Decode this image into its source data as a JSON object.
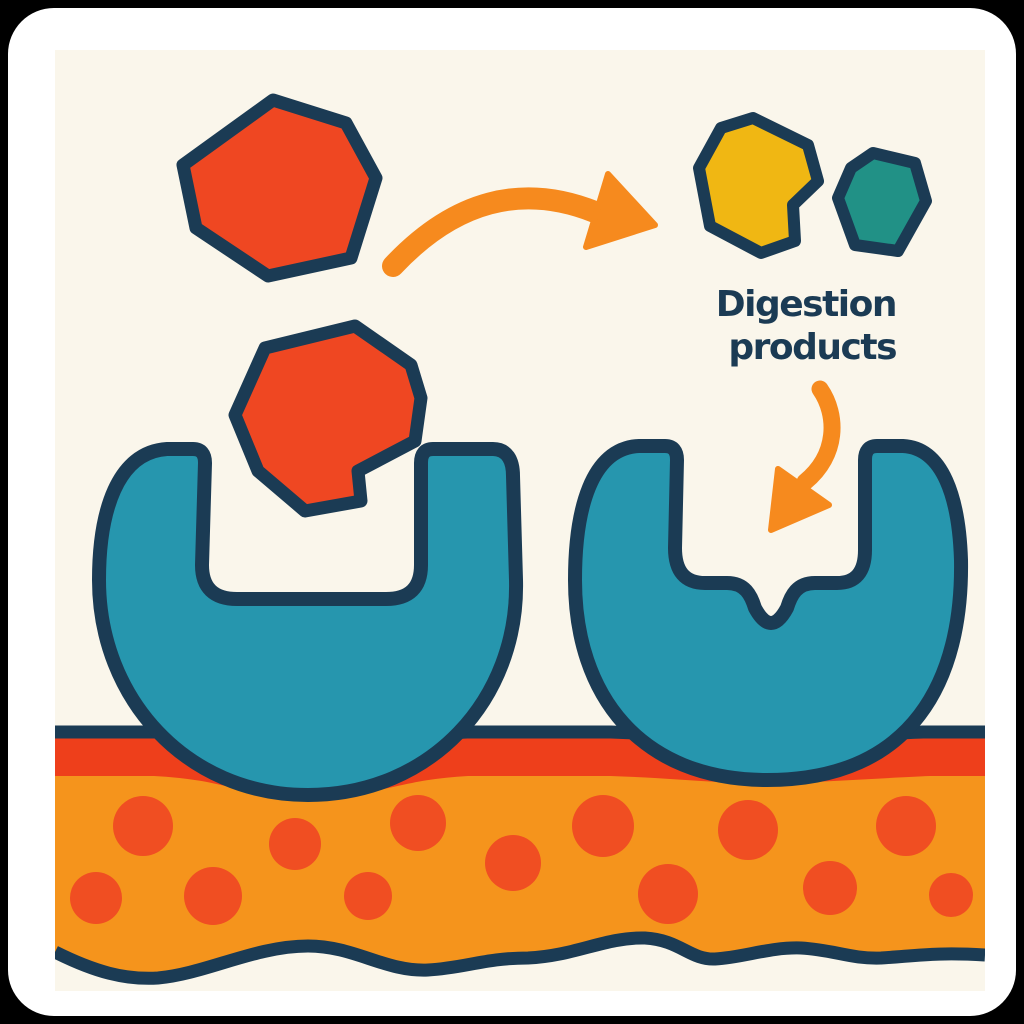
{
  "caption": {
    "line1": "Digestion",
    "line2": "products"
  },
  "colors": {
    "background": "#000000",
    "card": "#FFFFFF",
    "canvas": "#FAF6EB",
    "navy": "#1B3B54",
    "enzyme_teal": "#2696AE",
    "substrate_red": "#EF4722",
    "band_orange": "#F5941C",
    "arrow_orange": "#F68A1E",
    "stripe_red": "#EE3F1B",
    "dot_red": "#F04E22",
    "product_yellow": "#F0B713",
    "product_teal": "#219186"
  },
  "icons": {
    "arrow_right": "curved-arrow-right",
    "arrow_down": "curved-arrow-down"
  }
}
